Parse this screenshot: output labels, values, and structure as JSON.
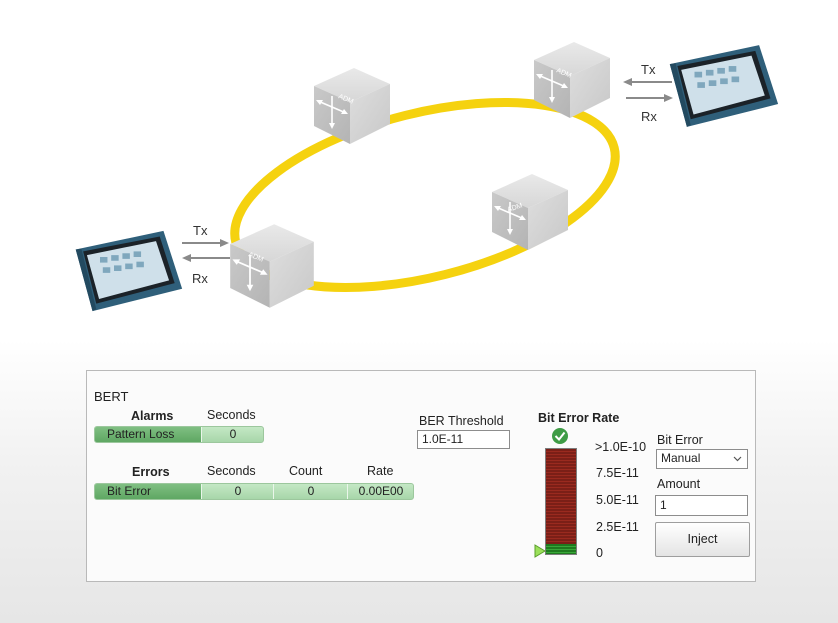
{
  "diagram": {
    "tx_left": "Tx",
    "rx_left": "Rx",
    "tx_right": "Tx",
    "rx_right": "Rx",
    "adm_label": "ADM",
    "ring_color": "#f5d20f",
    "tester_color": "#2f5f7a"
  },
  "bert": {
    "title": "BERT",
    "alarms": {
      "header": "Alarms",
      "seconds_header": "Seconds",
      "row": {
        "name": "Pattern Loss",
        "seconds": "0"
      }
    },
    "errors": {
      "header": "Errors",
      "seconds_header": "Seconds",
      "count_header": "Count",
      "rate_header": "Rate",
      "row": {
        "name": "Bit Error",
        "seconds": "0",
        "count": "0",
        "rate": "0.00E00"
      }
    },
    "threshold": {
      "label": "BER Threshold",
      "value": "1.0E-11"
    },
    "ber_gauge": {
      "title": "Bit Error Rate",
      "scale": [
        ">1.0E-10",
        "7.5E-11",
        "5.0E-11",
        "2.5E-11",
        "0"
      ],
      "status_icon": "check-circle-icon",
      "fill_fraction": 0.1
    },
    "inject": {
      "bit_error_label": "Bit Error",
      "mode_value": "Manual",
      "amount_label": "Amount",
      "amount_value": "1",
      "inject_button": "Inject"
    }
  }
}
